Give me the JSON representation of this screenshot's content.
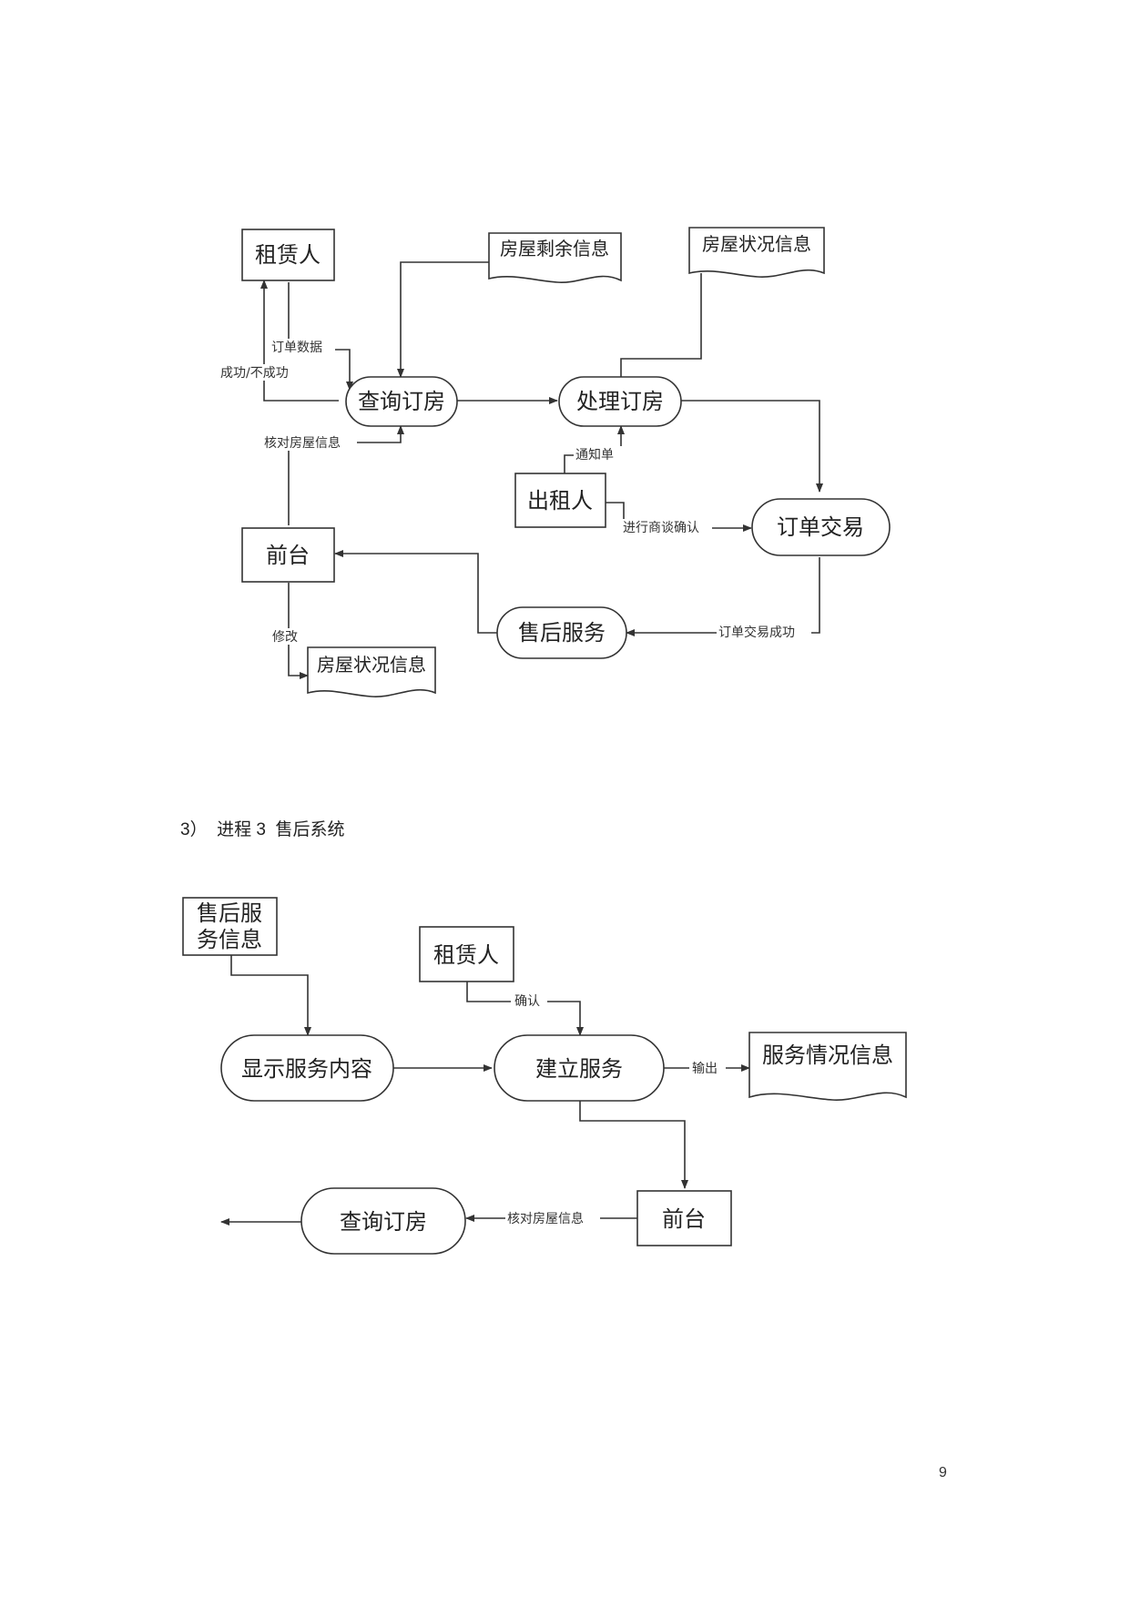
{
  "diagram1": {
    "nodes": {
      "renter": "租赁人",
      "query_booking": "查询订房",
      "process_booking": "处理订房",
      "landlord": "出租人",
      "order_trade": "订单交易",
      "front_desk": "前台",
      "after_sales": "售后服务",
      "room_remaining_doc": "房屋剩余信息",
      "room_status_doc_top": "房屋状况信息",
      "room_status_doc_bottom": "房屋状况信息"
    },
    "edges": {
      "order_data": "订单数据",
      "success_fail": "成功/不成功",
      "check_room_info": "核对房屋信息",
      "notice": "通知单",
      "negotiate_confirm": "进行商谈确认",
      "order_success": "订单交易成功",
      "modify": "修改"
    }
  },
  "section": {
    "number": "3）",
    "title": "进程 3  售后系统"
  },
  "diagram2": {
    "nodes": {
      "after_sales_info_line1": "售后服",
      "after_sales_info_line2": "务信息",
      "renter": "租赁人",
      "show_content": "显示服务内容",
      "establish_service": "建立服务",
      "service_status_doc": "服务情况信息",
      "front_desk": "前台",
      "query_booking": "查询订房"
    },
    "edges": {
      "confirm": "确认",
      "output": "输出",
      "check_room_info": "核对房屋信息"
    }
  },
  "page_number": "9"
}
